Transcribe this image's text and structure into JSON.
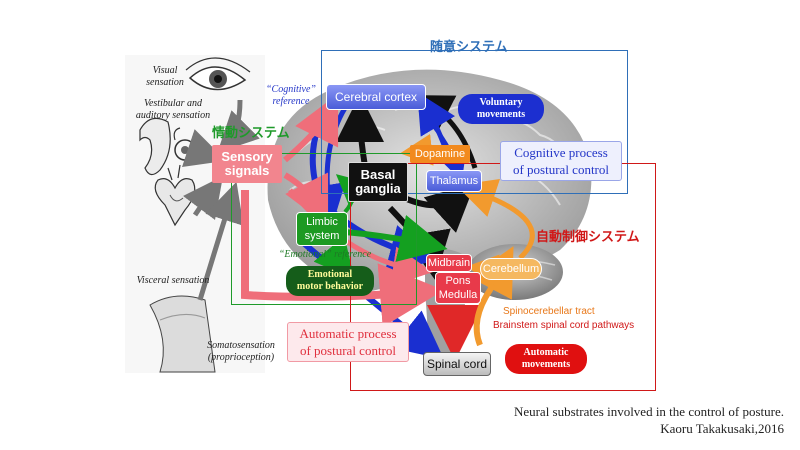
{
  "systems": {
    "voluntary": {
      "title": "随意システム",
      "color": "#2f6fb8"
    },
    "emotional": {
      "title": "情動システム",
      "color": "#1e9a2a"
    },
    "automatic": {
      "title": "自動制御システム",
      "color": "#d01818"
    }
  },
  "sensory_inputs": {
    "visual": "Visual\nsensation",
    "vestibular": "Vestibular and\nauditory sensation",
    "visceral": "Visceral sensation",
    "somato": "Somatosensation\n(proprioception)"
  },
  "nodes": {
    "sensory_signals": "Sensory\nsignals",
    "cerebral_cortex": "Cerebral cortex",
    "basal_ganglia": "Basal\nganglia",
    "dopamine": "Dopamine",
    "thalamus": "Thalamus",
    "limbic_system": "Limbic\nsystem",
    "midbrain": "Midbrain",
    "pons_medulla": "Pons\nMedulla",
    "cerebellum": "Cerebellum",
    "spinal_cord": "Spinal cord"
  },
  "references": {
    "cognitive": "“Cognitive”\nreference",
    "emotional": "“Emotional” reference"
  },
  "labels": {
    "voluntary_movements": "Voluntary\nmovements",
    "cognitive_process": "Cognitive process\nof postural control",
    "emotional_motor": "Emotional\nmotor behavior",
    "automatic_process": "Automatic process\nof postural control",
    "automatic_movements": "Automatic\nmovements"
  },
  "pathways": {
    "spinocerebellar": "Spinocerebellar tract",
    "brainstem": "Brainstem spinal cord pathways"
  },
  "caption": {
    "line1": "Neural substrates involved in the control of posture.",
    "line2": "Kaoru Takakusaki,2016"
  }
}
